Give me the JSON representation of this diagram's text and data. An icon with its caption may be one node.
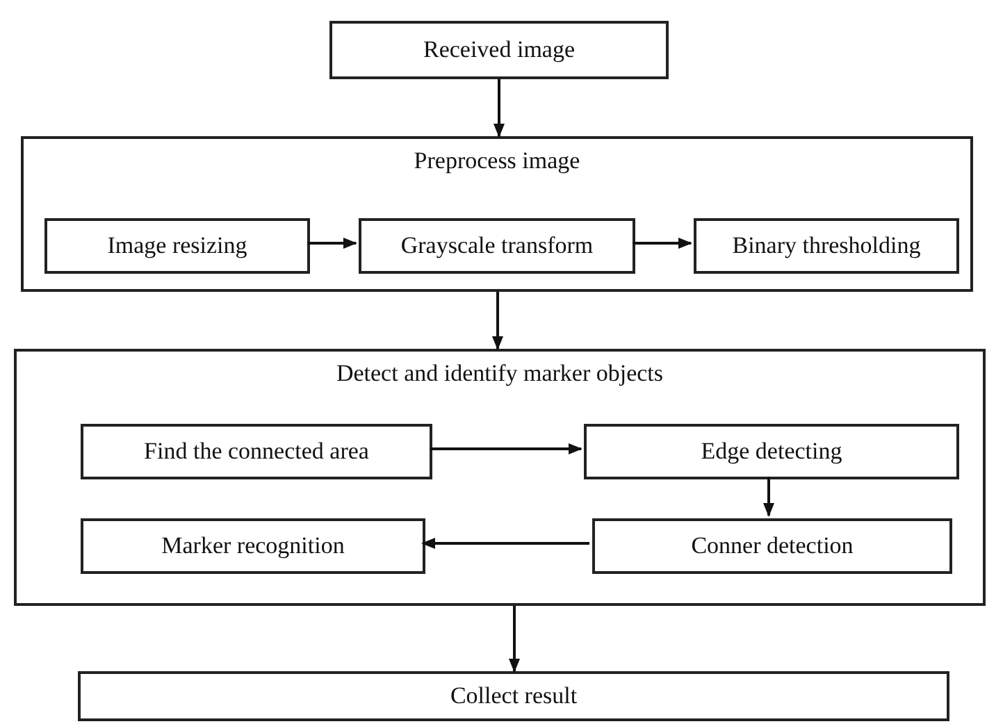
{
  "diagram": {
    "nodes": [
      {
        "text": [
          "Received image"
        ]
      },
      {
        "text": [
          "Preprocess image"
        ]
      },
      {
        "text": [
          "Image resizing"
        ],
        "in": 1
      },
      {
        "text": [
          "Grayscale transform"
        ],
        "in": 1
      },
      {
        "text": [
          "Binary thresholding"
        ],
        "in": 1
      },
      {
        "text": [
          "Detect and identify marker objects"
        ]
      },
      {
        "text": [
          "Find the connected area"
        ],
        "in": 5
      },
      {
        "text": [
          "Edge detecting"
        ],
        "in": 5
      },
      {
        "text": [
          "Marker recognition"
        ],
        "in": 5
      },
      {
        "text": [
          "Conner detection"
        ],
        "in": 5
      },
      {
        "text": [
          "Collect result"
        ]
      }
    ],
    "edges": [
      {
        "from": 0,
        "to": 1,
        "arrow": "to"
      },
      {
        "from": 2,
        "to": 3,
        "arrow": "to"
      },
      {
        "from": 3,
        "to": 4,
        "arrow": "to"
      },
      {
        "from": 1,
        "to": 5,
        "arrow": "to"
      },
      {
        "from": 6,
        "to": 7,
        "arrow": "to"
      },
      {
        "from": 7,
        "to": 9,
        "arrow": "to"
      },
      {
        "from": 9,
        "to": 8,
        "arrow": "to"
      },
      {
        "from": 5,
        "to": 10,
        "arrow": "to"
      }
    ]
  }
}
